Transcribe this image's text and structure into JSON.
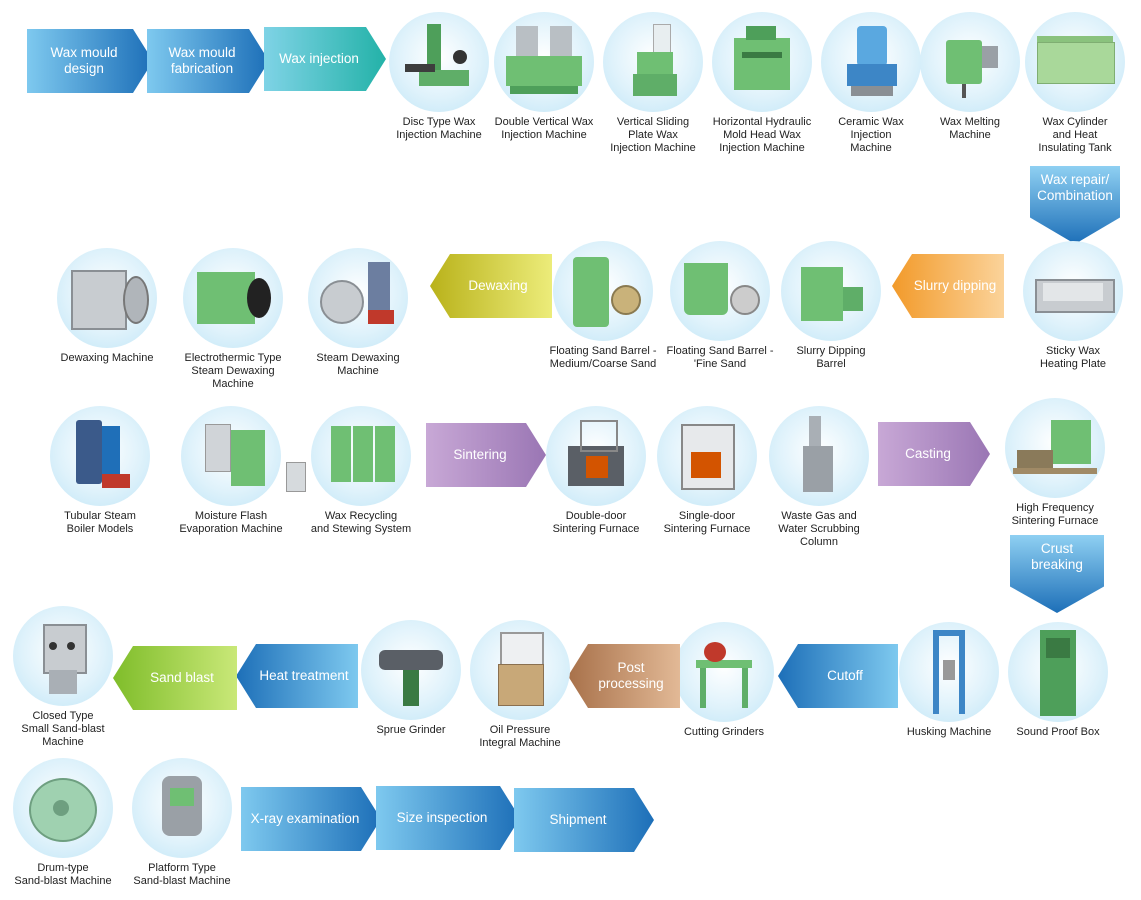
{
  "steps": {
    "wax_mould_design": "Wax mould\ndesign",
    "wax_mould_fabrication": "Wax mould\nfabrication",
    "wax_injection": "Wax injection",
    "wax_repair": "Wax repair/\nCombination",
    "slurry_dipping": "Slurry dipping",
    "dewaxing": "Dewaxing",
    "sintering": "Sintering",
    "casting": "Casting",
    "crust_breaking": "Crust\nbreaking",
    "cutoff": "Cutoff",
    "post_processing": "Post\nprocessing",
    "heat_treatment": "Heat treatment",
    "sand_blast": "Sand blast",
    "xray": "X-ray examination",
    "size_inspection": "Size inspection",
    "shipment": "Shipment"
  },
  "machines": {
    "disc_wax": "Disc Type Wax\nInjection Machine",
    "double_vertical": "Double Vertical Wax\nInjection Machine",
    "vertical_sliding": "Vertical Sliding\nPlate Wax\nInjection Machine",
    "horizontal_hydraulic": "Horizontal Hydraulic\nMold Head Wax\nInjection Machine",
    "ceramic_wax": "Ceramic Wax\nInjection\nMachine",
    "wax_melting": "Wax Melting\nMachine",
    "wax_cylinder": "Wax Cylinder\nand Heat\nInsulating Tank",
    "sticky_wax": "Sticky Wax\nHeating Plate",
    "slurry_barrel": "Slurry Dipping\nBarrel",
    "fine_sand": "Floating Sand Barrel -\n'Fine Sand",
    "medium_sand": "Floating Sand Barrel -\nMedium/Coarse Sand",
    "steam_dewaxing": "Steam Dewaxing\nMachine",
    "electrothermic": "Electrothermic Type\nSteam Dewaxing Machine",
    "dewaxing_machine": "Dewaxing Machine",
    "tubular_boiler": "Tubular Steam\nBoiler Models",
    "moisture_flash": "Moisture Flash\nEvaporation Machine",
    "wax_recycling": "Wax Recycling\nand Stewing System",
    "double_door": "Double-door\nSintering Furnace",
    "single_door": "Single-door\nSintering Furnace",
    "waste_gas": "Waste Gas and\nWater Scrubbing\nColumn",
    "hf_furnace": "High Frequency\nSintering Furnace",
    "sound_proof": "Sound Proof Box",
    "husking": "Husking Machine",
    "cutting_grinders": "Cutting Grinders",
    "oil_pressure": "Oil Pressure\nIntegral Machine",
    "sprue_grinder": "Sprue Grinder",
    "closed_sandblast": "Closed Type\nSmall Sand-blast\nMachine",
    "drum_sandblast": "Drum-type\nSand-blast Machine",
    "platform_sandblast": "Platform Type\nSand-blast Machine"
  },
  "icons": {
    "disc_wax": "injection-machine-icon",
    "wax_melting": "tank-icon",
    "furnace": "furnace-icon",
    "sandblast": "sandblast-cabinet-icon"
  },
  "colors": {
    "blue_step": "#1d6fb8",
    "orange_step": "#f29a2a",
    "olive_step": "#b9b21a",
    "purple_step": "#9a76b4",
    "brown_step": "#a8714a",
    "green_step": "#7fbd2a",
    "teal_step": "#23b2a8",
    "machine_green": "#6fbf73",
    "circle_bg": "#dff2fb"
  }
}
